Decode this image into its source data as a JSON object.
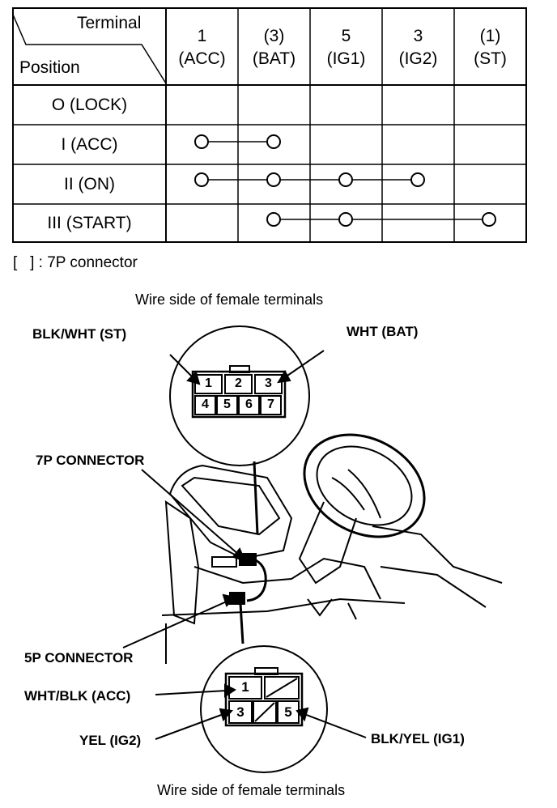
{
  "switch_table": {
    "header_terminal": "Terminal",
    "header_position": "Position",
    "columns": [
      {
        "num": "1",
        "name": "(ACC)"
      },
      {
        "num": "(3)",
        "name": "(BAT)"
      },
      {
        "num": "5",
        "name": "(IG1)"
      },
      {
        "num": "3",
        "name": "(IG2)"
      },
      {
        "num": "(1)",
        "name": "(ST)"
      }
    ],
    "rows": [
      {
        "position": "O (LOCK)",
        "connected": []
      },
      {
        "position": "I (ACC)",
        "connected": [
          0,
          1
        ]
      },
      {
        "position": "II (ON)",
        "connected": [
          0,
          1,
          2,
          3
        ]
      },
      {
        "position": "III (START)",
        "connected": [
          1,
          2,
          4
        ]
      }
    ],
    "note": "[   ] : 7P connector"
  },
  "connector_7p": {
    "caption": "Wire side of female terminals",
    "pins_top": [
      "1",
      "2",
      "3"
    ],
    "pins_bottom": [
      "4",
      "5",
      "6",
      "7"
    ],
    "label_left": "BLK/WHT (ST)",
    "label_right": "WHT (BAT)",
    "callout": "7P CONNECTOR"
  },
  "connector_5p": {
    "caption": "Wire side of female terminals",
    "pins": [
      "1",
      "3",
      "5"
    ],
    "callout": "5P CONNECTOR",
    "label_acc": "WHT/BLK (ACC)",
    "label_ig2": "YEL (IG2)",
    "label_ig1": "BLK/YEL (IG1)"
  }
}
